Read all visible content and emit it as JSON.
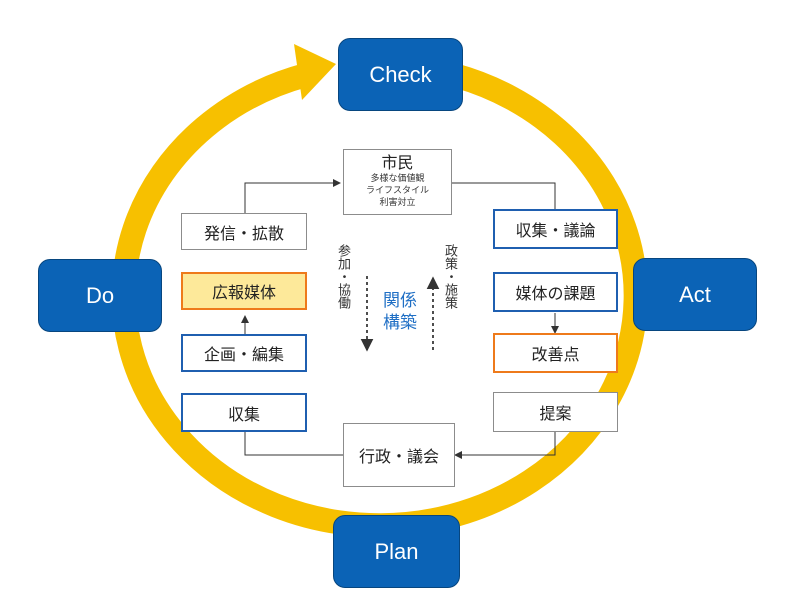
{
  "cycle": {
    "check": "Check",
    "act": "Act",
    "plan": "Plan",
    "do": "Do"
  },
  "citizen": {
    "title": "市民",
    "lines": [
      "多様な価値観",
      "ライフスタイル",
      "利害対立"
    ]
  },
  "left_column": {
    "hassin": "発信・拡散",
    "kouhou": "広報媒体",
    "kikaku": "企画・編集",
    "shuushuu": "収集"
  },
  "right_column": {
    "shuushuu_giron": "収集・議論",
    "baitai_kadai": "媒体の課題",
    "kaizenten": "改善点",
    "teian": "提案"
  },
  "bottom_box": "行政・議会",
  "center": {
    "line1": "関係",
    "line2": "構築",
    "left_vertical": "参加・協働",
    "right_vertical": "政策・施策"
  },
  "colors": {
    "ring": "#f7c000",
    "pdca_fill": "#0b63b6",
    "blue_border": "#1f5fb0",
    "orange_border": "#ee7a1b",
    "highlight_fill": "#fde99a",
    "center_text": "#1f6fc5"
  }
}
